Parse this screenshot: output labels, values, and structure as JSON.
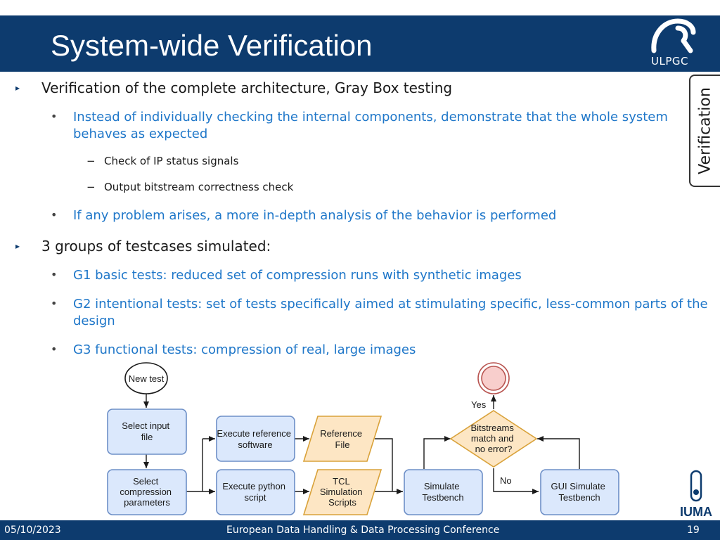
{
  "slide": {
    "title": "System-wide Verification",
    "logo_text": "ULPGC",
    "side_tab": "Verification"
  },
  "bullets": [
    {
      "level": 1,
      "text": "Verification of the complete architecture, Gray Box testing"
    },
    {
      "level": 2,
      "text": "Instead of individually checking the internal components, demonstrate that the whole system behaves as expected"
    },
    {
      "level": 3,
      "text": "Check of IP status signals"
    },
    {
      "level": 3,
      "text": "Output bitstream correctness check"
    },
    {
      "level": 2,
      "text": "If any problem arises, a more in-depth analysis of the behavior is performed"
    },
    {
      "level": 1,
      "text": "3 groups of testcases simulated:"
    },
    {
      "level": 2,
      "text": "G1 basic tests: reduced set of compression runs with synthetic images"
    },
    {
      "level": 2,
      "text": "G2 intentional tests: set of tests specifically aimed at stimulating specific, less-common parts of the design"
    },
    {
      "level": 2,
      "text": "G3 functional tests: compression of real, large images"
    }
  ],
  "diagram": {
    "start": "New test",
    "select_input": [
      "Select input",
      "file"
    ],
    "select_params": [
      "Select",
      "compression",
      "parameters"
    ],
    "exec_ref": [
      "Execute reference",
      "software"
    ],
    "exec_python": [
      "Execute python",
      "script"
    ],
    "ref_file": [
      "Reference",
      "File"
    ],
    "tcl_scripts": [
      "TCL",
      "Simulation",
      "Scripts"
    ],
    "simulate": [
      "Simulate",
      "Testbench"
    ],
    "decision": [
      "Bitstreams",
      "match and",
      "no error?"
    ],
    "gui_simulate": [
      "GUI Simulate",
      "Testbench"
    ],
    "yes_label": "Yes",
    "no_label": "No"
  },
  "footer": {
    "date": "05/10/2023",
    "conference": "European Data Handling & Data Processing Conference",
    "page": "19"
  },
  "iuma_label": "IUMA",
  "colors": {
    "title_bg": "#0d3b6e",
    "bullet_blue": "#1f77c9",
    "node_blue_fill": "#dbe8fc",
    "node_blue_stroke": "#6d8fc7",
    "node_orange_fill": "#fde6c4",
    "node_orange_stroke": "#d9a23a",
    "end_fill": "#f8cecc",
    "end_stroke": "#b85450"
  }
}
